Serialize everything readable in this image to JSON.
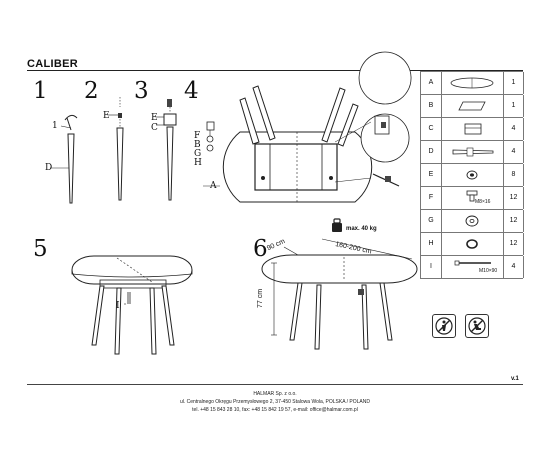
{
  "title": "CALIBER",
  "steps": [
    "1",
    "2",
    "3",
    "4",
    "5",
    "6"
  ],
  "callouts": {
    "step1_parts": [
      "1",
      "D"
    ],
    "step2_parts": [
      "E"
    ],
    "step3_parts": [
      "E",
      "C"
    ],
    "step4_parts": [
      "F",
      "B",
      "G",
      "H"
    ],
    "step4_table": "A",
    "step5_part": "I"
  },
  "dimensions": {
    "width": "90 cm",
    "length": "160-200 cm",
    "height": "77 cm",
    "max_load": "max. 40 kg"
  },
  "parts_table": [
    {
      "letter": "A",
      "qty": "1",
      "icon": "table-top-oval-icon",
      "sub": ""
    },
    {
      "letter": "B",
      "qty": "1",
      "icon": "extension-leaf-icon",
      "sub": ""
    },
    {
      "letter": "C",
      "qty": "4",
      "icon": "leg-bracket-icon",
      "sub": ""
    },
    {
      "letter": "D",
      "qty": "4",
      "icon": "leg-icon",
      "sub": ""
    },
    {
      "letter": "E",
      "qty": "8",
      "icon": "nut-icon",
      "sub": ""
    },
    {
      "letter": "F",
      "qty": "12",
      "icon": "bolt-icon",
      "sub": "M8×16"
    },
    {
      "letter": "G",
      "qty": "12",
      "icon": "washer-icon",
      "sub": ""
    },
    {
      "letter": "H",
      "qty": "12",
      "icon": "spring-washer-icon",
      "sub": ""
    },
    {
      "letter": "I",
      "qty": "4",
      "icon": "long-bolt-icon",
      "sub": "M10×90"
    }
  ],
  "footer": {
    "company": "HALMAR Sp. z o.o.",
    "address": "ul. Centralnego Okręgu Przemysłowego 2, 37-450 Stalowa Wola, POLSKA / POLAND",
    "contact": "tel. +48 15 843 28 10, fax: +48 15 842 19 57, e-mail: office@halmar.com.pl"
  },
  "version": "v.1"
}
